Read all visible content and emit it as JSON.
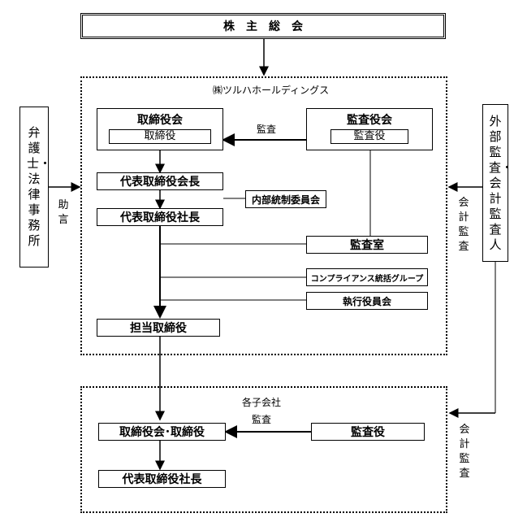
{
  "shareholders": "株　主　総　会",
  "holdings": {
    "title": "㈱ツルハホールディングス",
    "board_title": "取締役会",
    "board_sub": "取締役",
    "audit_board_title": "監査役会",
    "audit_board_sub": "監査役",
    "audit_label": "監査",
    "chairman": "代表取締役会長",
    "internal_control": "内部統制委員会",
    "president": "代表取締役社長",
    "audit_office": "監査室",
    "compliance": "コンプライアンス統括グループ",
    "executive_committee": "執行役員会",
    "director_in_charge": "担当取締役"
  },
  "left_side": {
    "lawyer": "弁護士・法律事務所",
    "advice": "助言"
  },
  "right_side": {
    "external_auditor": "外部監査・会計監査人",
    "accounting_audit_1": "会計監査",
    "accounting_audit_2": "会計監査"
  },
  "subsidiaries": {
    "title": "各子会社",
    "audit_label": "監査",
    "board": "取締役会･取締役",
    "auditor": "監査役",
    "president": "代表取締役社長"
  }
}
